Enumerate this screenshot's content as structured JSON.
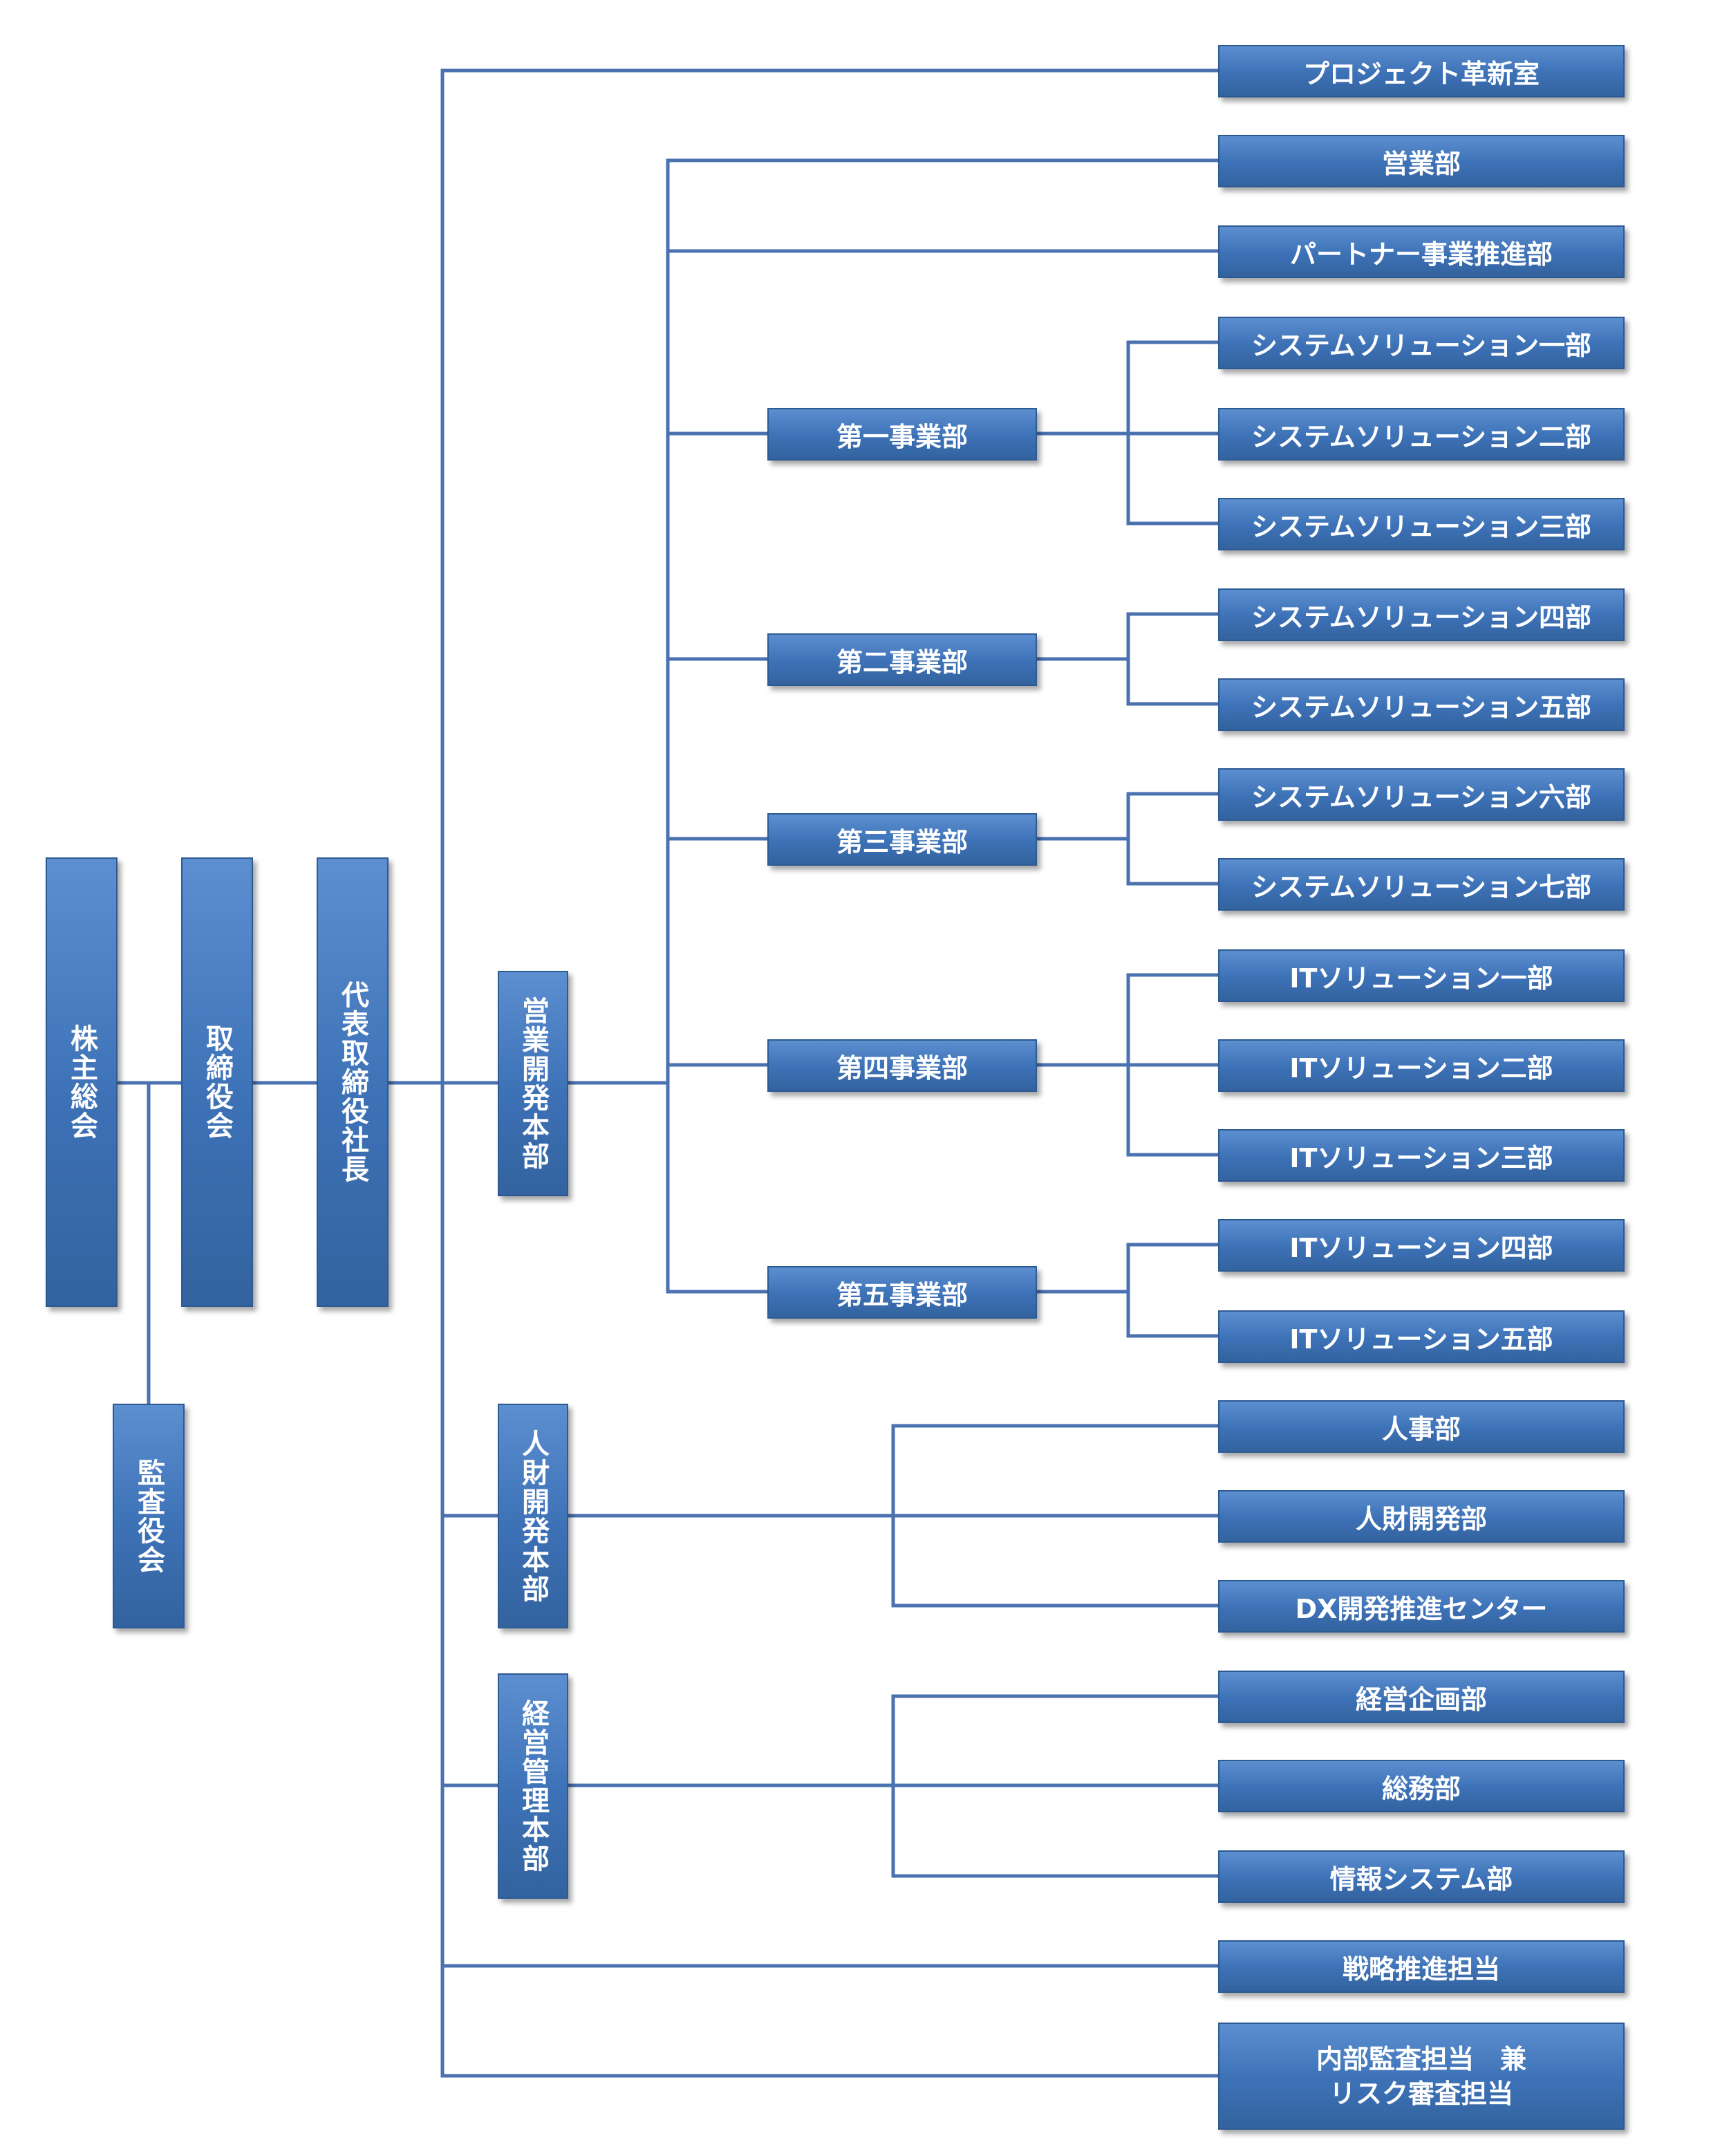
{
  "colors": {
    "box_fill": "#3d71b6",
    "line": "#4a72b0",
    "text": "#ffffff"
  },
  "top": {
    "shareholders": "株主総会",
    "board": "取締役会",
    "president": "代表取締役社長",
    "auditors": "監査役会"
  },
  "divisions": {
    "sales_dev": "営業開発本部",
    "hr_dev": "人財開発本部",
    "mgmt": "経営管理本部"
  },
  "business_units": [
    "第一事業部",
    "第二事業部",
    "第三事業部",
    "第四事業部",
    "第五事業部"
  ],
  "departments": {
    "project_innovation": "プロジェクト革新室",
    "sales": "営業部",
    "partner": "パートナー事業推進部",
    "ss": [
      "システムソリューション一部",
      "システムソリューション二部",
      "システムソリューション三部",
      "システムソリューション四部",
      "システムソリューション五部",
      "システムソリューション六部",
      "システムソリューション七部"
    ],
    "it": [
      "ITソリューション一部",
      "ITソリューション二部",
      "ITソリューション三部",
      "ITソリューション四部",
      "ITソリューション五部"
    ],
    "hr": [
      "人事部",
      "人財開発部",
      "DX開発推進センター"
    ],
    "mgmt": [
      "経営企画部",
      "総務部",
      "情報システム部"
    ],
    "strategy": "戦略推進担当",
    "internal_audit_1": "内部監査担当　兼",
    "internal_audit_2": "リスク審査担当"
  }
}
